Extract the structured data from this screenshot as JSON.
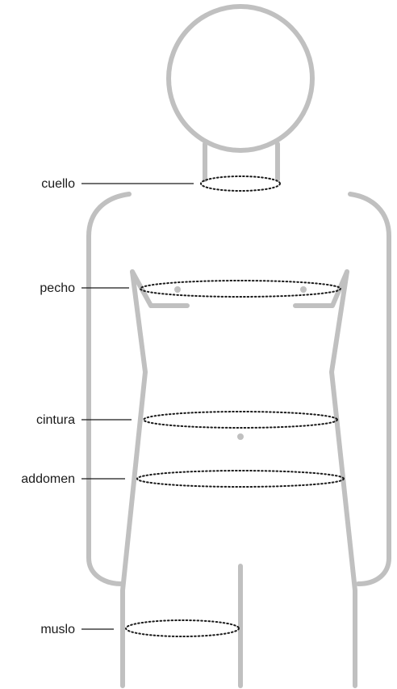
{
  "diagram": {
    "labels": {
      "neck": "cuello",
      "chest": "pecho",
      "waist": "cintura",
      "abdomen": "addomen",
      "thigh": "muslo"
    },
    "colors": {
      "body_outline": "#c0c0c0",
      "measure_line": "#1a1a1a",
      "label_text": "#1a1a1a",
      "background": "#ffffff"
    }
  }
}
